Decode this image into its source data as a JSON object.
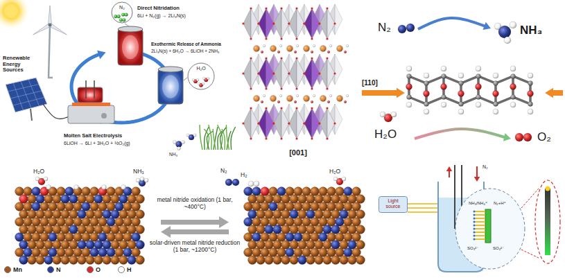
{
  "diagram": {
    "nodes": [
      {
        "text": [
          "N₂"
        ]
      },
      {
        "text": [
          "H₂O"
        ]
      },
      {
        "text": [
          "Light source"
        ]
      }
    ],
    "labels": [
      "Renewable Energy Sources",
      "Direct Nitridation",
      "6Li + N₂(g) → 2Li₃N(s)",
      "Exothermic Release of Ammonia",
      "2Li₃N(s) + 6H₂O → 6LiOH + 2NH₃",
      "Molten Salt Electrolysis",
      "6LiOH → 6Li + 3H₂O + ½O₂(g)",
      "NH₃",
      "[001]",
      "[110]",
      "N₂",
      "NH₃",
      "H₂O",
      "O₂",
      "H₂O",
      "NH₃",
      "N₂",
      "H₂",
      "H₂O",
      "metal nitride oxidation (1 bar, ~400°C)",
      "solar-driven metal nitride reduction (1 bar, ~1200°C)",
      "N₂",
      "NH₃/NH₄⁺",
      "N₂+H⁺",
      "SO₃²⁻",
      "SO₄²⁻"
    ],
    "legend": [
      {
        "text": "Mn",
        "color": "#a0561e"
      },
      {
        "text": "N",
        "color": "#2c3d94"
      },
      {
        "text": "O",
        "color": "#d62a2a"
      },
      {
        "text": "H",
        "color": "#ffffff"
      }
    ]
  }
}
